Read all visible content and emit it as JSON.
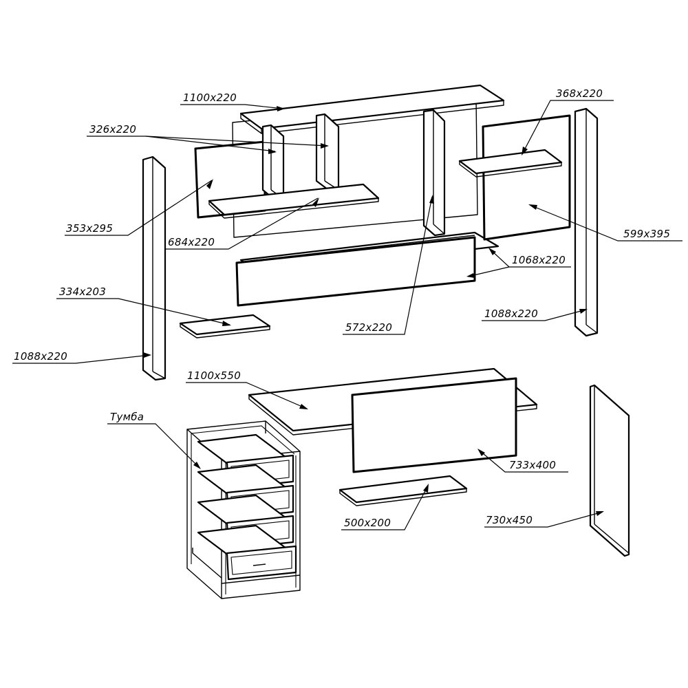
{
  "labels": {
    "top_shelf": "1100x220",
    "small_shelf_right": "368x220",
    "dividers": "326x220",
    "left_panel": "353x295",
    "long_shelf": "684x220",
    "right_panel": "599x395",
    "bottom_shelf": "1068x220",
    "small_shelf_left": "334x203",
    "center_divider": "572x220",
    "right_side": "1088x220",
    "left_side": "1088x220",
    "desk_top": "1100x550",
    "cabinet": "Тумба",
    "back_panel": "733x400",
    "keyboard_shelf": "500x200",
    "desk_side": "730x450"
  }
}
